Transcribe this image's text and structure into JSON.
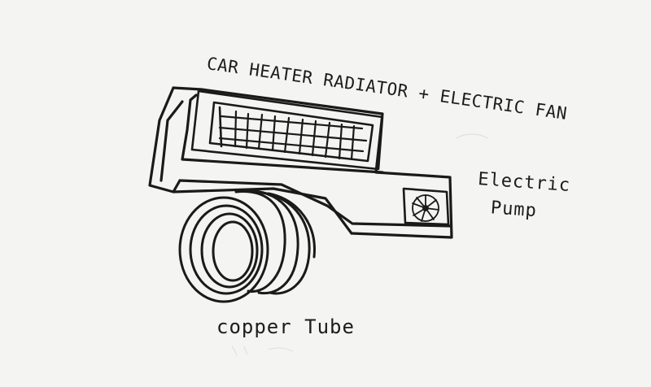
{
  "labels": {
    "radiator": "CAR HEATER RADIATOR + ELECTRIC FAN",
    "pump_line1": "Electric",
    "pump_line2": "Pump",
    "tube": "copper Tube"
  },
  "colors": {
    "paper": "#f4f4f2",
    "ink": "#1a1a1a"
  }
}
